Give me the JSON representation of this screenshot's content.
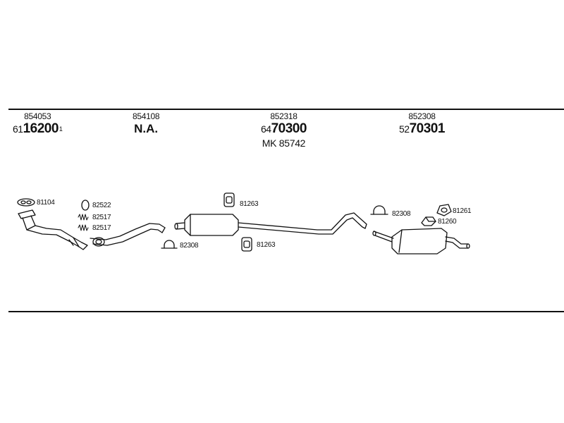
{
  "headers": [
    {
      "code": "854053",
      "prefix": "61",
      "main": "16200",
      "sup": "1"
    },
    {
      "code": "854108",
      "na": "N.A."
    },
    {
      "code": "852318",
      "prefix": "64",
      "main": "70300",
      "mk": "MK 85742"
    },
    {
      "code": "852308",
      "prefix": "52",
      "main": "70301"
    }
  ],
  "parts": {
    "p81104": "81104",
    "p82522": "82522",
    "p82517a": "82517",
    "p82517b": "82517",
    "p82308a": "82308",
    "p81263a": "81263",
    "p81263b": "81263",
    "p82308b": "82308",
    "p81261": "81261",
    "p81260": "81260"
  }
}
